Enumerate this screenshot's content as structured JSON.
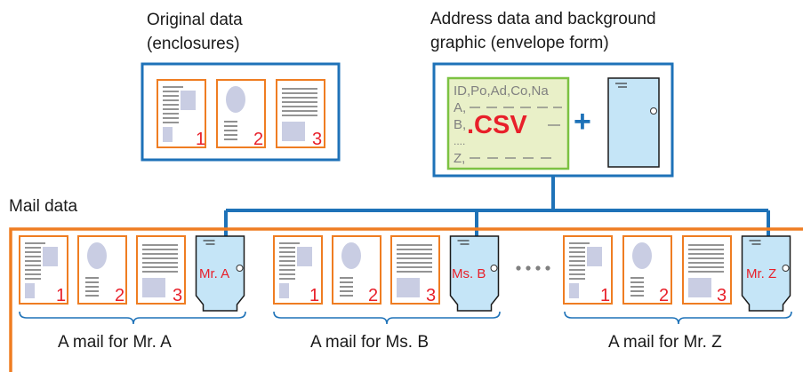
{
  "original": {
    "title_line1": "Original data",
    "title_line2": "(enclosures)",
    "pages": [
      "1",
      "2",
      "3"
    ]
  },
  "address": {
    "title_line1": "Address data and background",
    "title_line2": "graphic (envelope form)",
    "csv_header": "ID,Po,Ad,Co,Na",
    "row_a": "A,",
    "row_b": "B,",
    "row_dots": "....",
    "row_z": "Z,",
    "csv_label": ".CSV",
    "plus": "+"
  },
  "mail": {
    "title": "Mail data",
    "sets": [
      {
        "recipient": "Mr. A",
        "caption": "A mail for Mr. A"
      },
      {
        "recipient": "Ms. B",
        "caption": "A mail for Ms. B"
      },
      {
        "recipient": "Mr. Z",
        "caption": "A mail for Mr. Z"
      }
    ],
    "pages": [
      "1",
      "2",
      "3"
    ]
  },
  "colors": {
    "blue": "#1e72b8",
    "orange": "#ef7d22",
    "red": "#e8202a",
    "envelope": "#c5e5f7",
    "csv_bg": "#e9f0c8",
    "csv_border": "#7cc242",
    "gray": "#c9cde3"
  }
}
